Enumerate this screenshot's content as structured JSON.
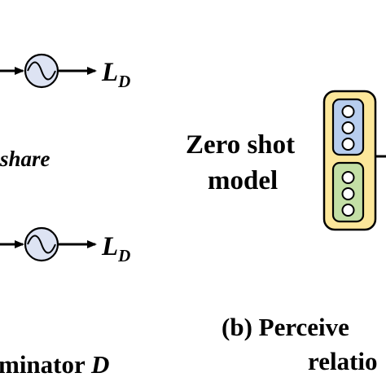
{
  "diagram": {
    "top_loss": {
      "letter": "L",
      "subscript": "D"
    },
    "bottom_loss": {
      "letter": "L",
      "subscript": "D"
    },
    "share_label": "share",
    "discriminator_caption": {
      "text": "minator ",
      "symbol": "D"
    },
    "model_label": {
      "line1": "Zero shot",
      "line2": "model"
    },
    "panel_caption": {
      "line1": "(b) Perceive",
      "line2": "relatio"
    },
    "icons": {
      "loss_function": "sine-wave-icon",
      "arrow": "arrow-right-icon",
      "embedding_node": "circle-node-icon"
    },
    "colors": {
      "ink": "#000000",
      "function_circle_fill": "#dde3f3",
      "model_box_fill": "#fce79a",
      "blue_group_fill": "#b7cdee",
      "green_group_fill": "#c3dfa5",
      "node_fill": "#ffffff"
    }
  }
}
